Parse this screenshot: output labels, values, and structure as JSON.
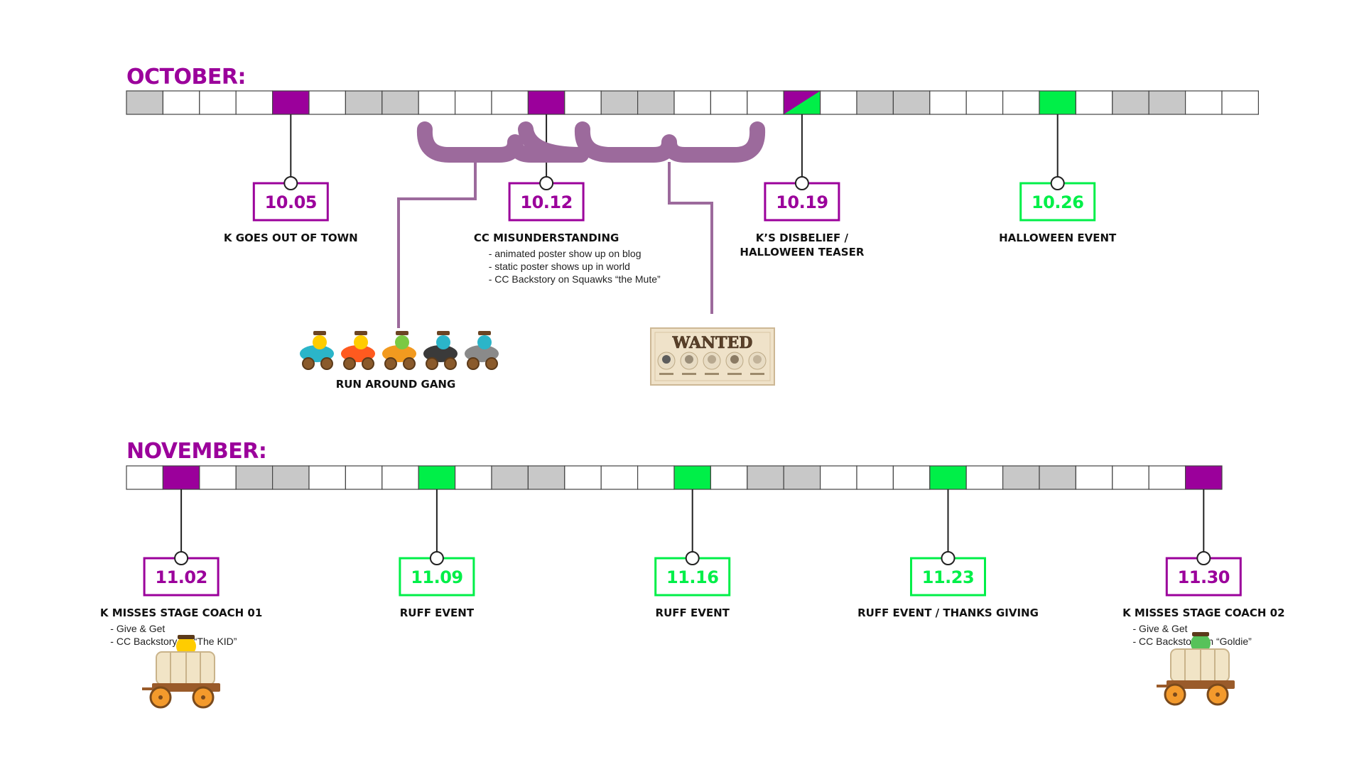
{
  "colors": {
    "purple": "#9b009b",
    "green": "#00ef48",
    "gray": "#c8c8c8",
    "white": "#ffffff",
    "bracket": "#9c6a9c",
    "stroke": "#444444"
  },
  "october": {
    "heading": "OCTOBER:",
    "cells": [
      "gray",
      "white",
      "white",
      "white",
      "purple",
      "white",
      "gray",
      "gray",
      "white",
      "white",
      "white",
      "purple",
      "white",
      "gray",
      "gray",
      "white",
      "white",
      "white",
      "split",
      "white",
      "gray",
      "gray",
      "white",
      "white",
      "white",
      "green",
      "white",
      "gray",
      "gray",
      "white",
      "white"
    ],
    "events": [
      {
        "cell": 4,
        "color": "purple",
        "date": "10.05",
        "title": [
          "K GOES OUT OF TOWN"
        ],
        "notes": []
      },
      {
        "cell": 11,
        "color": "purple",
        "date": "10.12",
        "title": [
          "CC MISUNDERSTANDING"
        ],
        "notes": [
          "- animated poster show up on blog",
          "- static poster shows up in world",
          "- CC Backstory on Squawks “the Mute”"
        ]
      },
      {
        "cell": 18,
        "color": "purple",
        "date": "10.19",
        "title": [
          "K’S DISBELIEF /",
          "HALLOWEEN TEASER"
        ],
        "notes": []
      },
      {
        "cell": 25,
        "color": "green",
        "date": "10.26",
        "title": [
          "HALLOWEEN EVENT"
        ],
        "notes": []
      }
    ],
    "callouts": [
      {
        "caption": "RUN AROUND GANG",
        "image": "gang-illustration"
      },
      {
        "poster_title": "WANTED",
        "image": "wanted-poster"
      }
    ]
  },
  "november": {
    "heading": "NOVEMBER:",
    "cells": [
      "white",
      "purple",
      "white",
      "gray",
      "gray",
      "white",
      "white",
      "white",
      "green",
      "white",
      "gray",
      "gray",
      "white",
      "white",
      "white",
      "green",
      "white",
      "gray",
      "gray",
      "white",
      "white",
      "white",
      "green",
      "white",
      "gray",
      "gray",
      "white",
      "white",
      "white",
      "purple"
    ],
    "events": [
      {
        "cell": 1,
        "color": "purple",
        "date": "11.02",
        "title": [
          "K MISSES STAGE COACH 01"
        ],
        "notes": [
          "- Give & Get",
          "- CC Backstory on “The KID”"
        ]
      },
      {
        "cell": 8,
        "color": "green",
        "date": "11.09",
        "title": [
          "RUFF EVENT"
        ],
        "notes": []
      },
      {
        "cell": 15,
        "color": "green",
        "date": "11.16",
        "title": [
          "RUFF EVENT"
        ],
        "notes": []
      },
      {
        "cell": 22,
        "color": "green",
        "date": "11.23",
        "title": [
          "RUFF EVENT / THANKS GIVING"
        ],
        "notes": []
      },
      {
        "cell": 29,
        "color": "purple",
        "date": "11.30",
        "title": [
          "K MISSES STAGE COACH 02"
        ],
        "notes": [
          "- Give & Get",
          "- CC Backstory on “Goldie”"
        ]
      }
    ],
    "illustrations": [
      "stagecoach-illustration",
      "stagecoach-illustration"
    ]
  }
}
